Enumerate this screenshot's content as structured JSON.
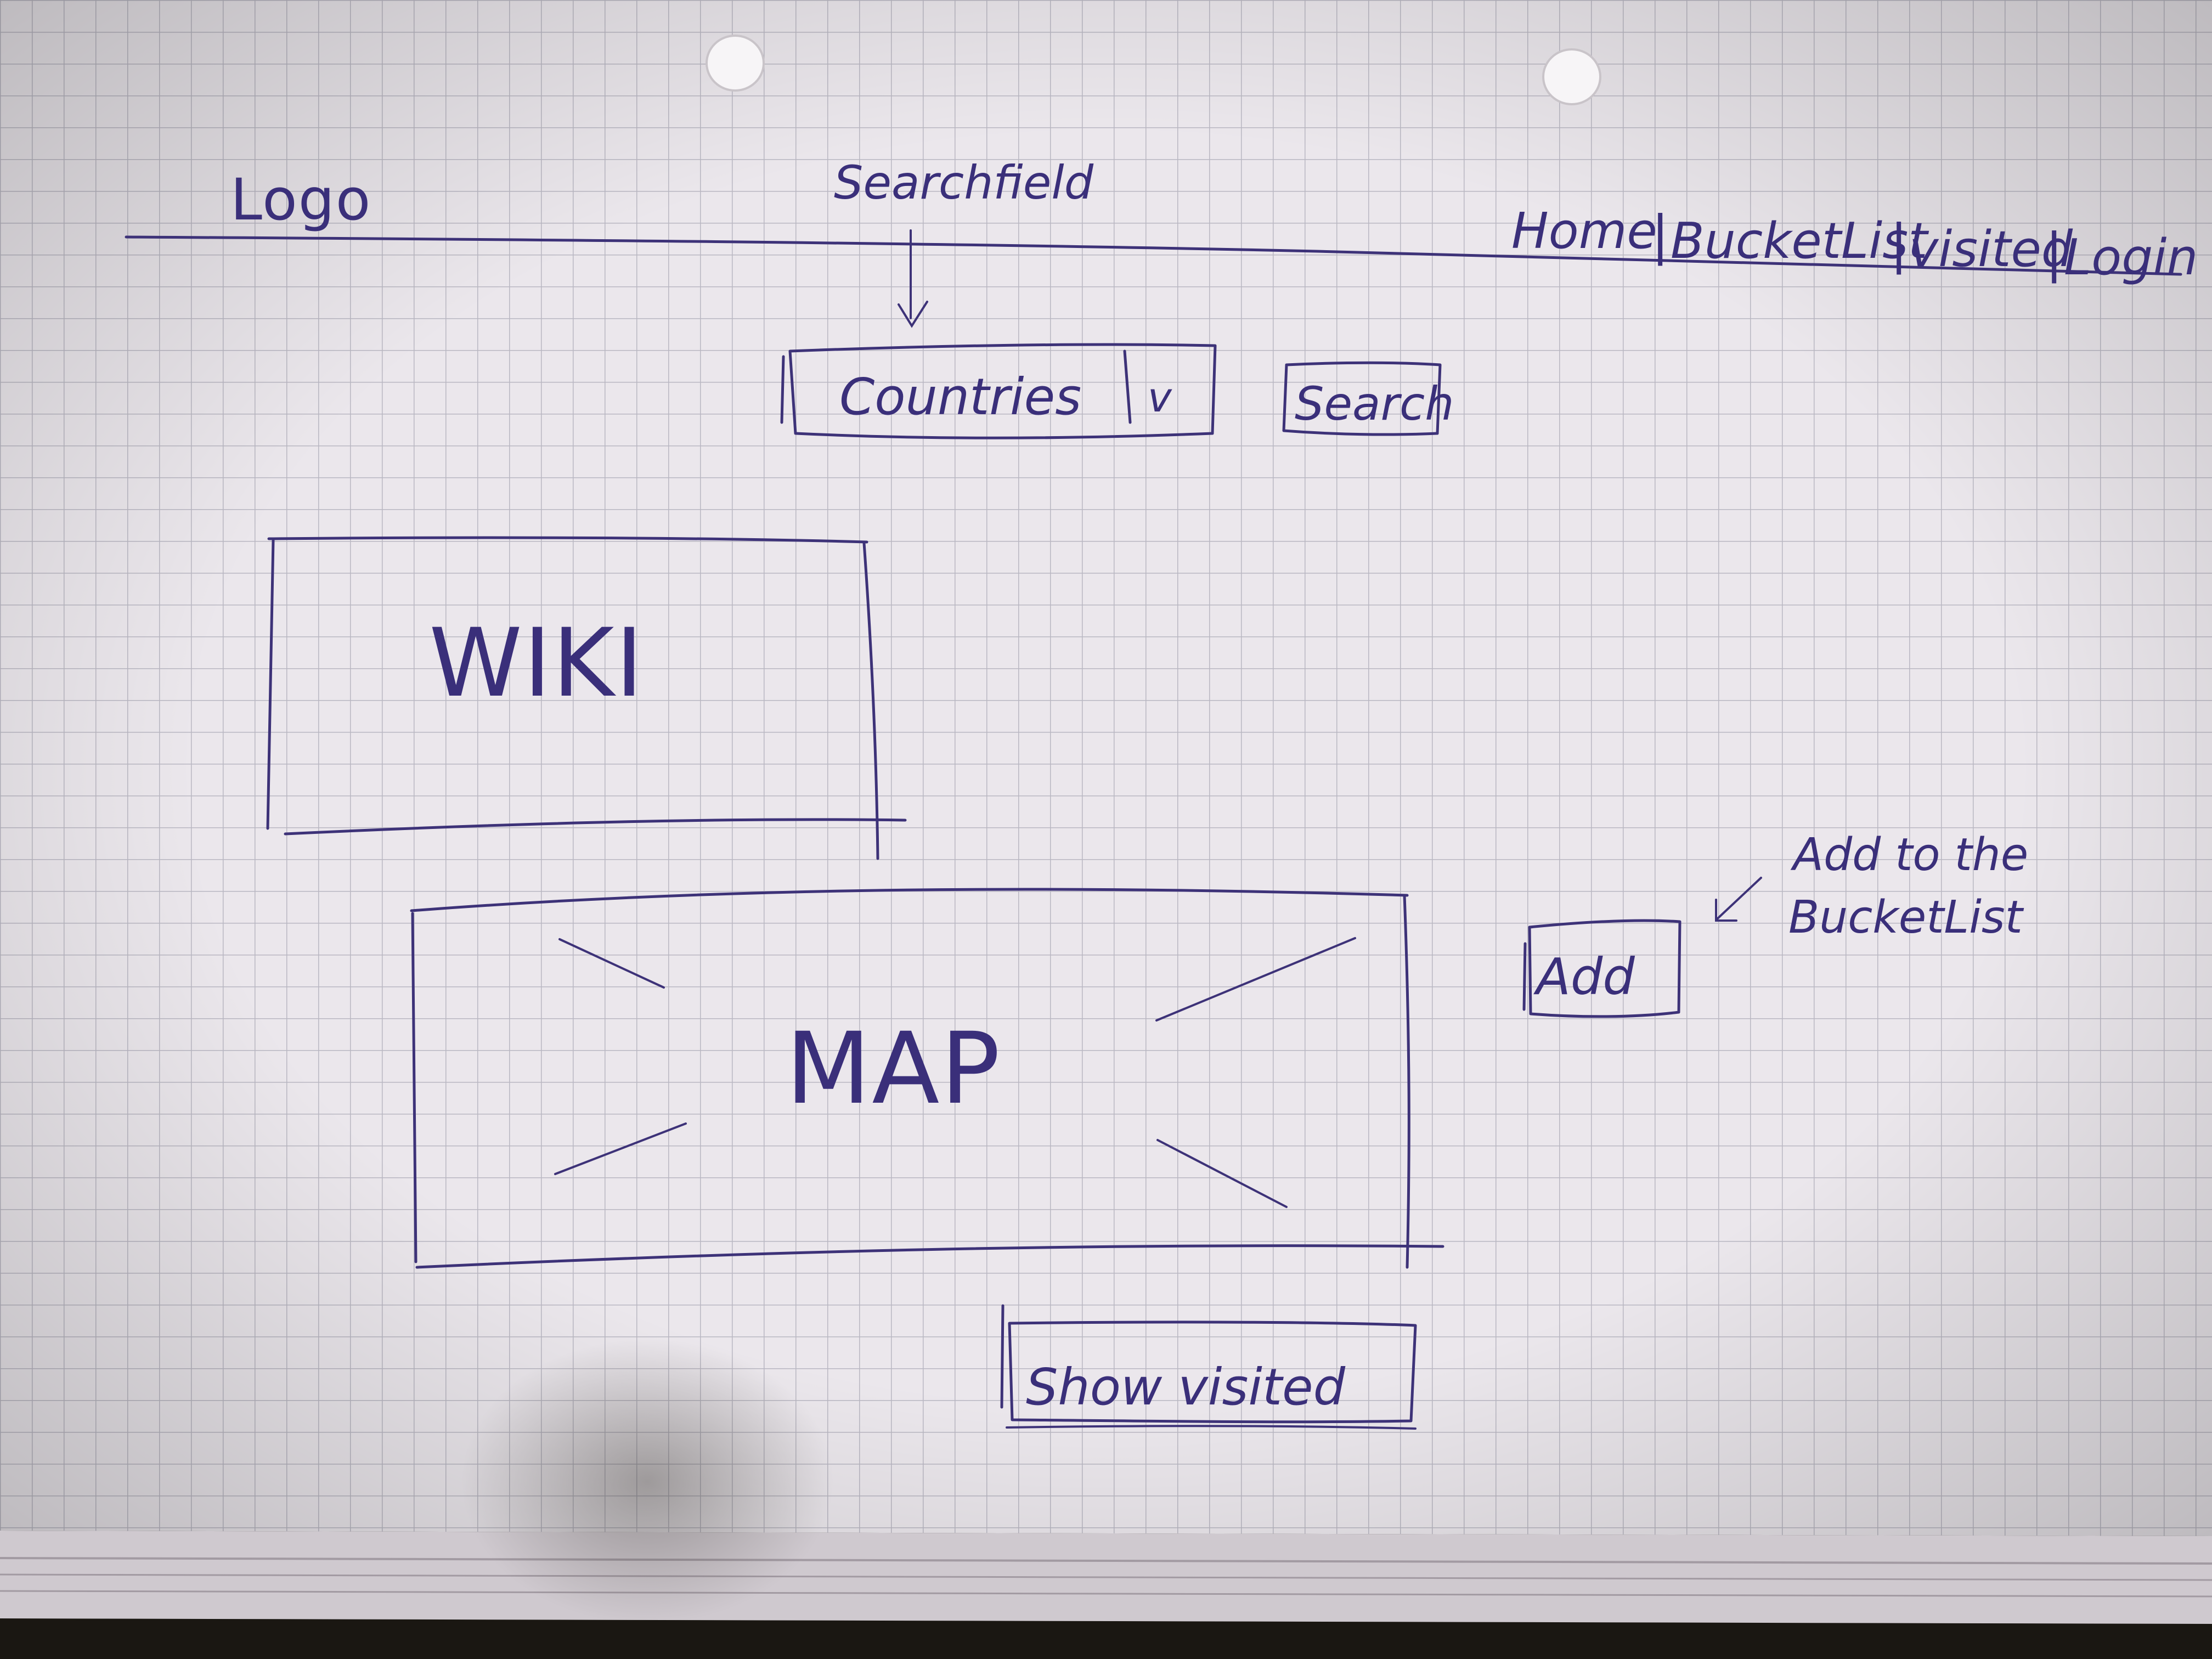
{
  "header": {
    "logo_label": "Logo",
    "annotation_searchfield": "Searchfield",
    "nav": {
      "home": "Home",
      "bucket_list": "BucketList",
      "visited": "visited",
      "login": "Login",
      "separator": "|"
    }
  },
  "search": {
    "dropdown_value": "Countries",
    "dropdown_chevron": "v",
    "button_label": "Search"
  },
  "wiki": {
    "label": "WIKI"
  },
  "map": {
    "label": "MAP"
  },
  "add": {
    "button_label": "Add",
    "annotation_line1": "Add to the",
    "annotation_line2": "BucketList"
  },
  "show_visited": {
    "button_label": "Show visited"
  },
  "colors": {
    "paper": "#ebe7ec",
    "grid": "#b9b7c2",
    "ink": "#3d3278",
    "desk": "#1a1712"
  }
}
